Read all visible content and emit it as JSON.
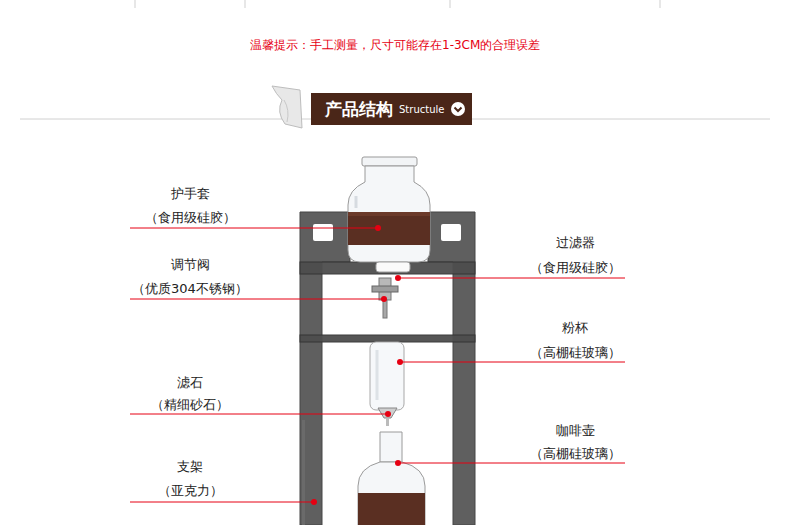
{
  "diagram": {
    "nodes": [
      {
        "text": [
          "产品结构",
          "Structule"
        ]
      }
    ],
    "labels": [
      "温馨提示：手工测量，尺寸可能存在1-3CM的合理误差",
      "护手套",
      "（食用级硅胶）",
      "过滤器",
      "调节阀",
      "（食用级硅胶）",
      "（优质304不锈钢）",
      "粉杯",
      "（高棚硅玻璃）",
      "滤石",
      "（精细砂石）",
      "咖啡壶",
      "（高棚硅玻璃）",
      "支架",
      "（亚克力）"
    ]
  }
}
